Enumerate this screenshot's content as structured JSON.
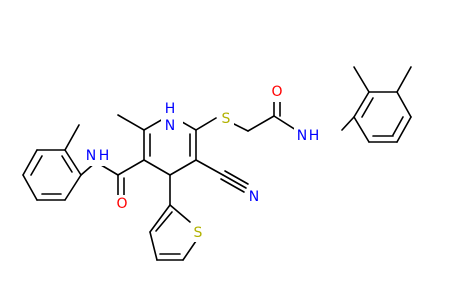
{
  "atoms": {
    "O_amide_left": {
      "label": "O",
      "color": "#ff0000"
    },
    "NH_amide_left": {
      "label": "N",
      "h": "H",
      "color": "#0000ff"
    },
    "NH_ring": {
      "label": "N",
      "h": "H",
      "color": "#0000ff"
    },
    "S_thioether": {
      "label": "S",
      "color": "#b2b200"
    },
    "O_amide_right": {
      "label": "O",
      "color": "#ff0000"
    },
    "NH_amide_right": {
      "label": "N",
      "h": "H",
      "color": "#0000ff"
    },
    "N_nitrile": {
      "label": "N",
      "color": "#0000ff"
    },
    "S_thiophene": {
      "label": "S",
      "color": "#b2b200"
    }
  }
}
